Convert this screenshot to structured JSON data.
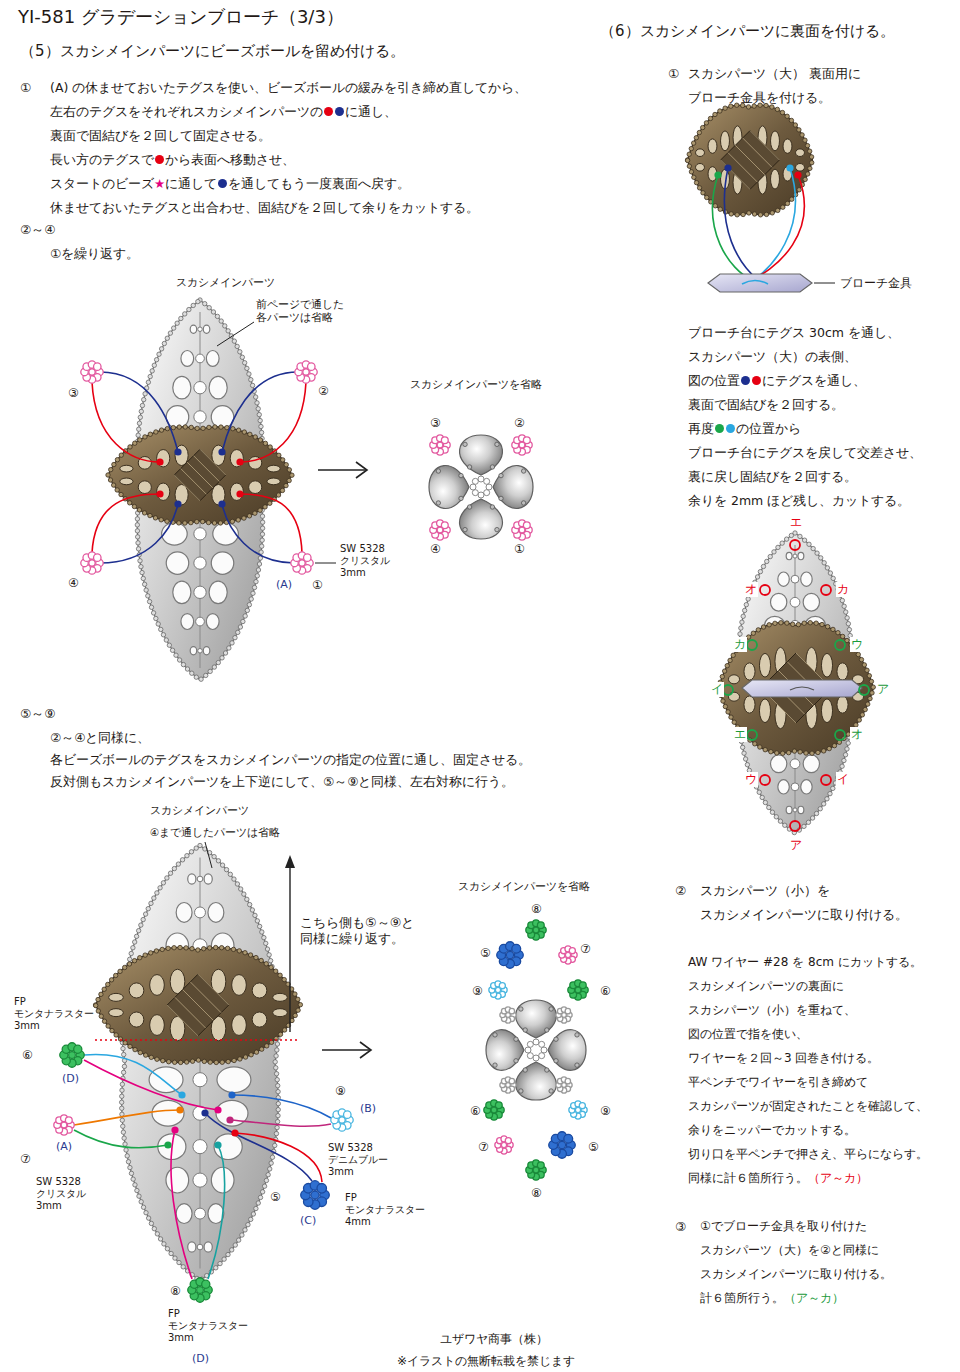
{
  "diagram": {
    "title": "YI-581 グラデーションブローチ（3/3）",
    "labels": [
      "（5）スカシメインパーツにビーズボールを留め付ける。",
      "①",
      "(A) の休ませておいたテグスを使い、ビーズボールの緩みを引き締め直してから、",
      "左右のテグスをそれぞれスカシメインパーツの",
      "に通し、",
      "裏面で固結びを２回して固定させる。",
      "長い方のテグスで",
      "から表面へ移動させ、",
      "スタートのビーズ",
      "★",
      "に通して",
      "を通してもう一度裏面へ戻す。",
      "休ませておいたテグスと出合わせ、固結びを２回して余りをカットする。",
      "②～④",
      "①を繰り返す。",
      "スカシメインパーツ",
      "前ページで通した 各パーツは省略",
      "③",
      "②",
      "④",
      "(A)",
      "①",
      "SW 5328 クリスタル 3mm",
      "スカシメインパーツを省略",
      "③",
      "②",
      "④",
      "①",
      "⑤～⑨",
      "②～④と同様に、",
      "各ビーズボールのテグスをスカシメインパーツの指定の位置に通し、固定させる。",
      "反対側もスカシメインパーツを上下逆にして、⑤～⑨と同様、左右対称に行う。",
      "スカシメインパーツ",
      "④まで通したパーツは省略",
      "こちら側も⑤～⑨と 同様に繰り返す。",
      "FP モンタナラスター 3mm",
      "⑥",
      "(D)",
      "(A)",
      "⑦",
      "SW 5328 クリスタル 3mm",
      "⑨",
      "(B)",
      "SW 5328 デニムブルー 3mm",
      "⑤",
      "(C)",
      "FP モンタナラスター 4mm",
      "⑧",
      "FP モンタナラスター 3mm",
      "(D)",
      "スカシメインパーツを省略",
      "⑧",
      "⑤",
      "⑦",
      "⑨",
      "⑥",
      "⑥",
      "⑨",
      "⑦",
      "⑤",
      "⑧",
      "（6）スカシメインパーツに裏面を付ける。",
      "①",
      "スカシパーツ（大） 裏面用に",
      "ブローチ金具を付ける。",
      "ブローチ金具",
      "ブローチ台にテグス 30cm を通し、",
      "スカシパーツ（大）の表側、",
      "図の位置",
      "にテグスを通し、",
      "裏面で固結びを２回する。",
      "再度",
      "の位置から",
      "ブローチ台にテグスを戻して交差させ、",
      "裏に戻し固結びを２回する。",
      "余りを 2mm ほど残し、カットする。",
      "エ",
      "オ",
      "カ",
      "カ",
      "ウ",
      "イ",
      "ア",
      "エ",
      "オ",
      "ウ",
      "イ",
      "ア",
      "②",
      "スカシパーツ（小）を",
      "スカシメインパーツに取り付ける。",
      "AW ワイヤー #28 を 8cm にカットする。",
      "スカシメインパーツの裏面に",
      "スカシパーツ（小）を重ねて、",
      "図の位置で指を使い、",
      "ワイヤーを２回～3 回巻き付ける。",
      "平ペンチでワイヤーを引き締めて",
      "スカシパーツが固定されたことを確認して、",
      "余りをニッパーでカットする。",
      "切り口を平ペンチで押さえ、平らにならす。",
      "同様に計６箇所行う。",
      "（ア～カ）",
      "③",
      "①でブローチ金具を取り付けた",
      "スカシパーツ（大）を②と同様に",
      "スカシメインパーツに取り付ける。",
      "計６箇所行う。",
      "（ア～カ）",
      "ユザワヤ商事（株）",
      "※イラストの無断転載を禁じます"
    ]
  }
}
